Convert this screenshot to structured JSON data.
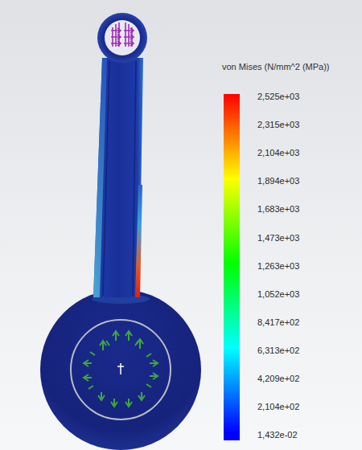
{
  "diagram": {
    "title": "von Mises (N/mm^2 (MPa))",
    "legend": [
      {
        "text": "2,525e+03",
        "color": "#ff0000"
      },
      {
        "text": "2,315e+03",
        "color": "#ff5500"
      },
      {
        "text": "2,104e+03",
        "color": "#ffaa00"
      },
      {
        "text": "1,894e+03",
        "color": "#ffff00"
      },
      {
        "text": "1,683e+03",
        "color": "#aaff00"
      },
      {
        "text": "1,473e+03",
        "color": "#55ff00"
      },
      {
        "text": "1,263e+03",
        "color": "#00ff00"
      },
      {
        "text": "1,052e+03",
        "color": "#00ff55"
      },
      {
        "text": "8,417e+02",
        "color": "#00ffaa"
      },
      {
        "text": "6,313e+02",
        "color": "#00ffff"
      },
      {
        "text": "4,209e+02",
        "color": "#00aaff"
      },
      {
        "text": "2,104e+02",
        "color": "#0055ff"
      },
      {
        "text": "1,432e-02",
        "color": "#0000ff"
      }
    ]
  }
}
